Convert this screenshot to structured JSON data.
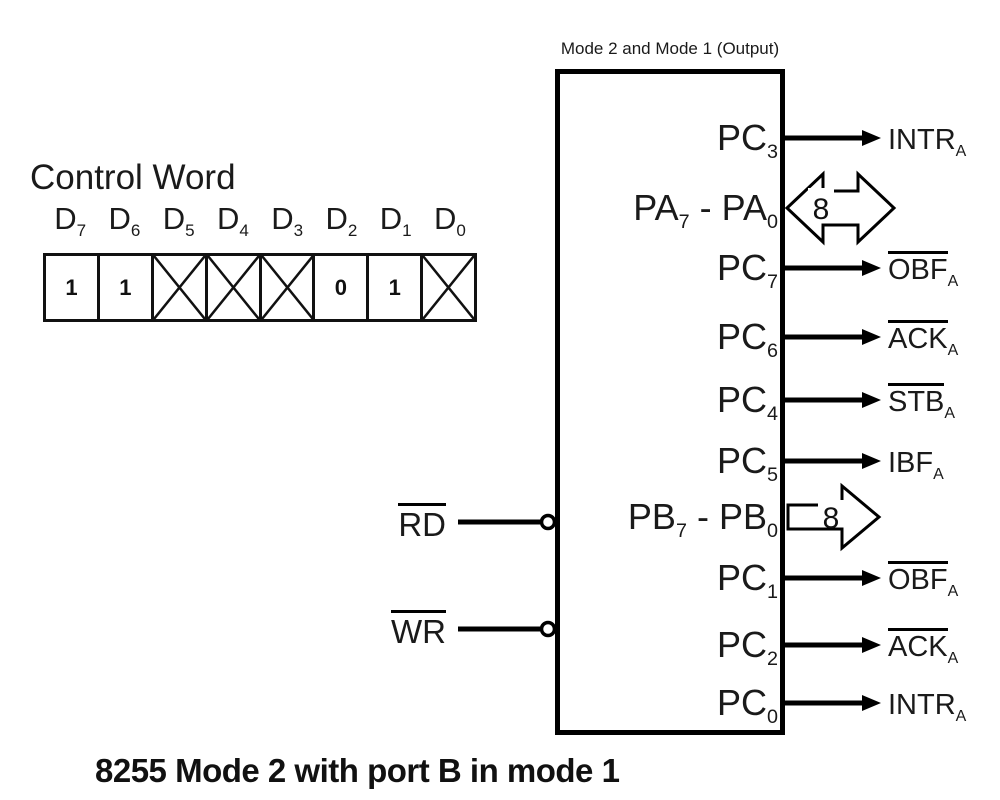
{
  "footer_title": "8255 Mode 2 with port B in mode 1",
  "control_word": {
    "title": "Control Word",
    "bits": [
      {
        "label": "D",
        "sub": "7",
        "value": "1"
      },
      {
        "label": "D",
        "sub": "6",
        "value": "1"
      },
      {
        "label": "D",
        "sub": "5",
        "value": "X"
      },
      {
        "label": "D",
        "sub": "4",
        "value": "X"
      },
      {
        "label": "D",
        "sub": "3",
        "value": "X"
      },
      {
        "label": "D",
        "sub": "2",
        "value": "0"
      },
      {
        "label": "D",
        "sub": "1",
        "value": "1"
      },
      {
        "label": "D",
        "sub": "0",
        "value": "X"
      }
    ]
  },
  "chip": {
    "title": "Mode 2 and Mode 1 (Output)",
    "left_pins": [
      {
        "name": "RD",
        "overline": true
      },
      {
        "name": "WR",
        "overline": true
      }
    ],
    "port_a": {
      "name1": "PA",
      "sub1": "7",
      "sep": " - ",
      "name2": "PA",
      "sub2": "0",
      "bus_width": "8",
      "direction": "bidirectional"
    },
    "port_b": {
      "name1": "PB",
      "sub1": "7",
      "sep": " - ",
      "name2": "PB",
      "sub2": "0",
      "bus_width": "8",
      "direction": "output"
    },
    "signal_rows": [
      {
        "pin": "PC",
        "pin_sub": "3",
        "signal": "INTR",
        "signal_sub": "A",
        "overline": false
      },
      {
        "pin": "PC",
        "pin_sub": "7",
        "signal": "OBF",
        "signal_sub": "A",
        "overline": true
      },
      {
        "pin": "PC",
        "pin_sub": "6",
        "signal": "ACK",
        "signal_sub": "A",
        "overline": true
      },
      {
        "pin": "PC",
        "pin_sub": "4",
        "signal": "STB",
        "signal_sub": "A",
        "overline": true
      },
      {
        "pin": "PC",
        "pin_sub": "5",
        "signal": "IBF",
        "signal_sub": "A",
        "overline": false
      },
      {
        "pin": "PC",
        "pin_sub": "1",
        "signal": "OBF",
        "signal_sub": "A",
        "overline": true
      },
      {
        "pin": "PC",
        "pin_sub": "2",
        "signal": "ACK",
        "signal_sub": "A",
        "overline": true
      },
      {
        "pin": "PC",
        "pin_sub": "0",
        "signal": "INTR",
        "signal_sub": "A",
        "overline": false
      }
    ]
  }
}
